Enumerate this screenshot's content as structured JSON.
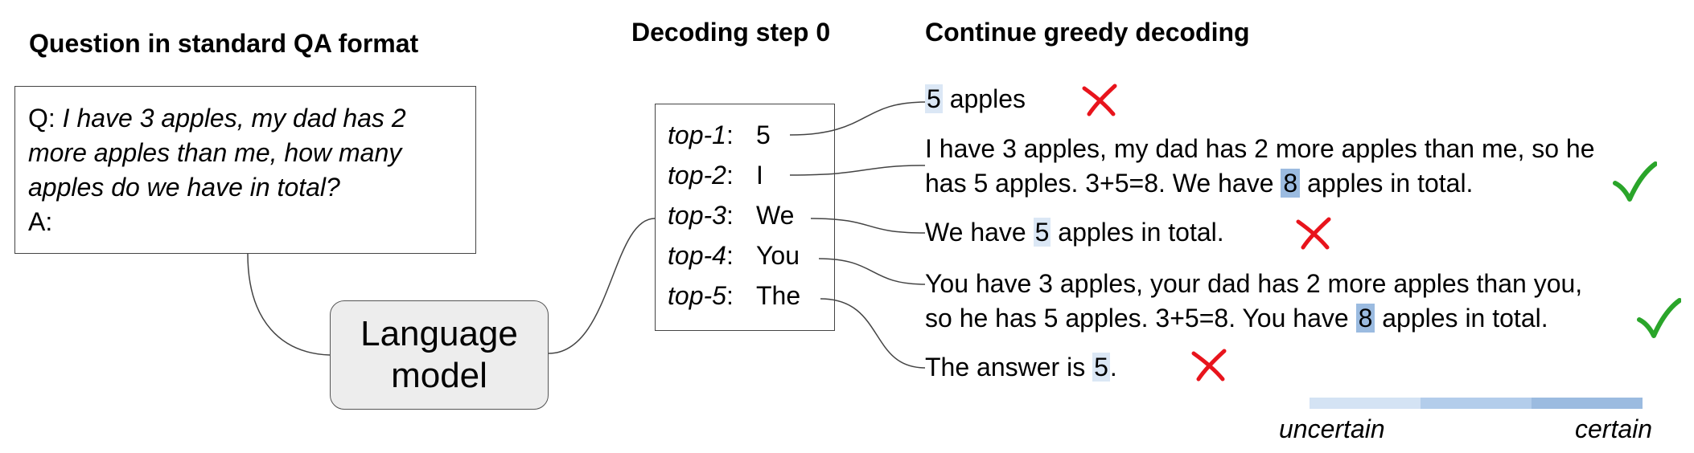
{
  "headings": {
    "question": "Question in standard QA format",
    "decoding": "Decoding step 0",
    "continue": "Continue greedy decoding"
  },
  "question_box": {
    "q_prefix": "Q: ",
    "q_line1": "I have 3 apples, my dad has 2",
    "q_line2": "more apples than me, how many",
    "q_line3": "apples do we have in total?",
    "a_prefix": "A:"
  },
  "model": {
    "label": "Language model"
  },
  "top_k": [
    {
      "rank": "top-1",
      "token": "5"
    },
    {
      "rank": "top-2",
      "token": "I"
    },
    {
      "rank": "top-3",
      "token": "We"
    },
    {
      "rank": "top-4",
      "token": "You"
    },
    {
      "rank": "top-5",
      "token": "The"
    }
  ],
  "continuations": [
    {
      "pre": "",
      "answer": "5",
      "post": " apples",
      "pre2": "",
      "answer2": "",
      "post2": "",
      "correct": false,
      "confidence": "low"
    },
    {
      "pre": "I have 3 apples, my dad has 2 more apples than me, so he",
      "pre2": "has 5 apples. 3+5=8. We have ",
      "answer2": "8",
      "post2": " apples in total.",
      "answer": "",
      "post": "",
      "correct": true,
      "confidence": "high"
    },
    {
      "pre": "We have ",
      "answer": "5",
      "post": " apples in total.",
      "pre2": "",
      "answer2": "",
      "post2": "",
      "correct": false,
      "confidence": "low"
    },
    {
      "pre": "You have 3 apples, your dad has 2 more apples than you,",
      "pre2": "so he has 5 apples. 3+5=8. You have ",
      "answer2": "8",
      "post2": " apples in total.",
      "answer": "",
      "post": "",
      "correct": true,
      "confidence": "high"
    },
    {
      "pre": "The answer is ",
      "answer": "5",
      "post": ".",
      "pre2": "",
      "answer2": "",
      "post2": "",
      "correct": false,
      "confidence": "low"
    }
  ],
  "legend": {
    "left_label": "uncertain",
    "right_label": "certain",
    "colors": [
      "#d4e3f4",
      "#b3cdeb",
      "#9bbbe0"
    ]
  },
  "colors": {
    "cross": "#e8141c",
    "check": "#2aa52a",
    "highlight_light": "#dbe7f5",
    "highlight_dark": "#9bbbe0"
  }
}
